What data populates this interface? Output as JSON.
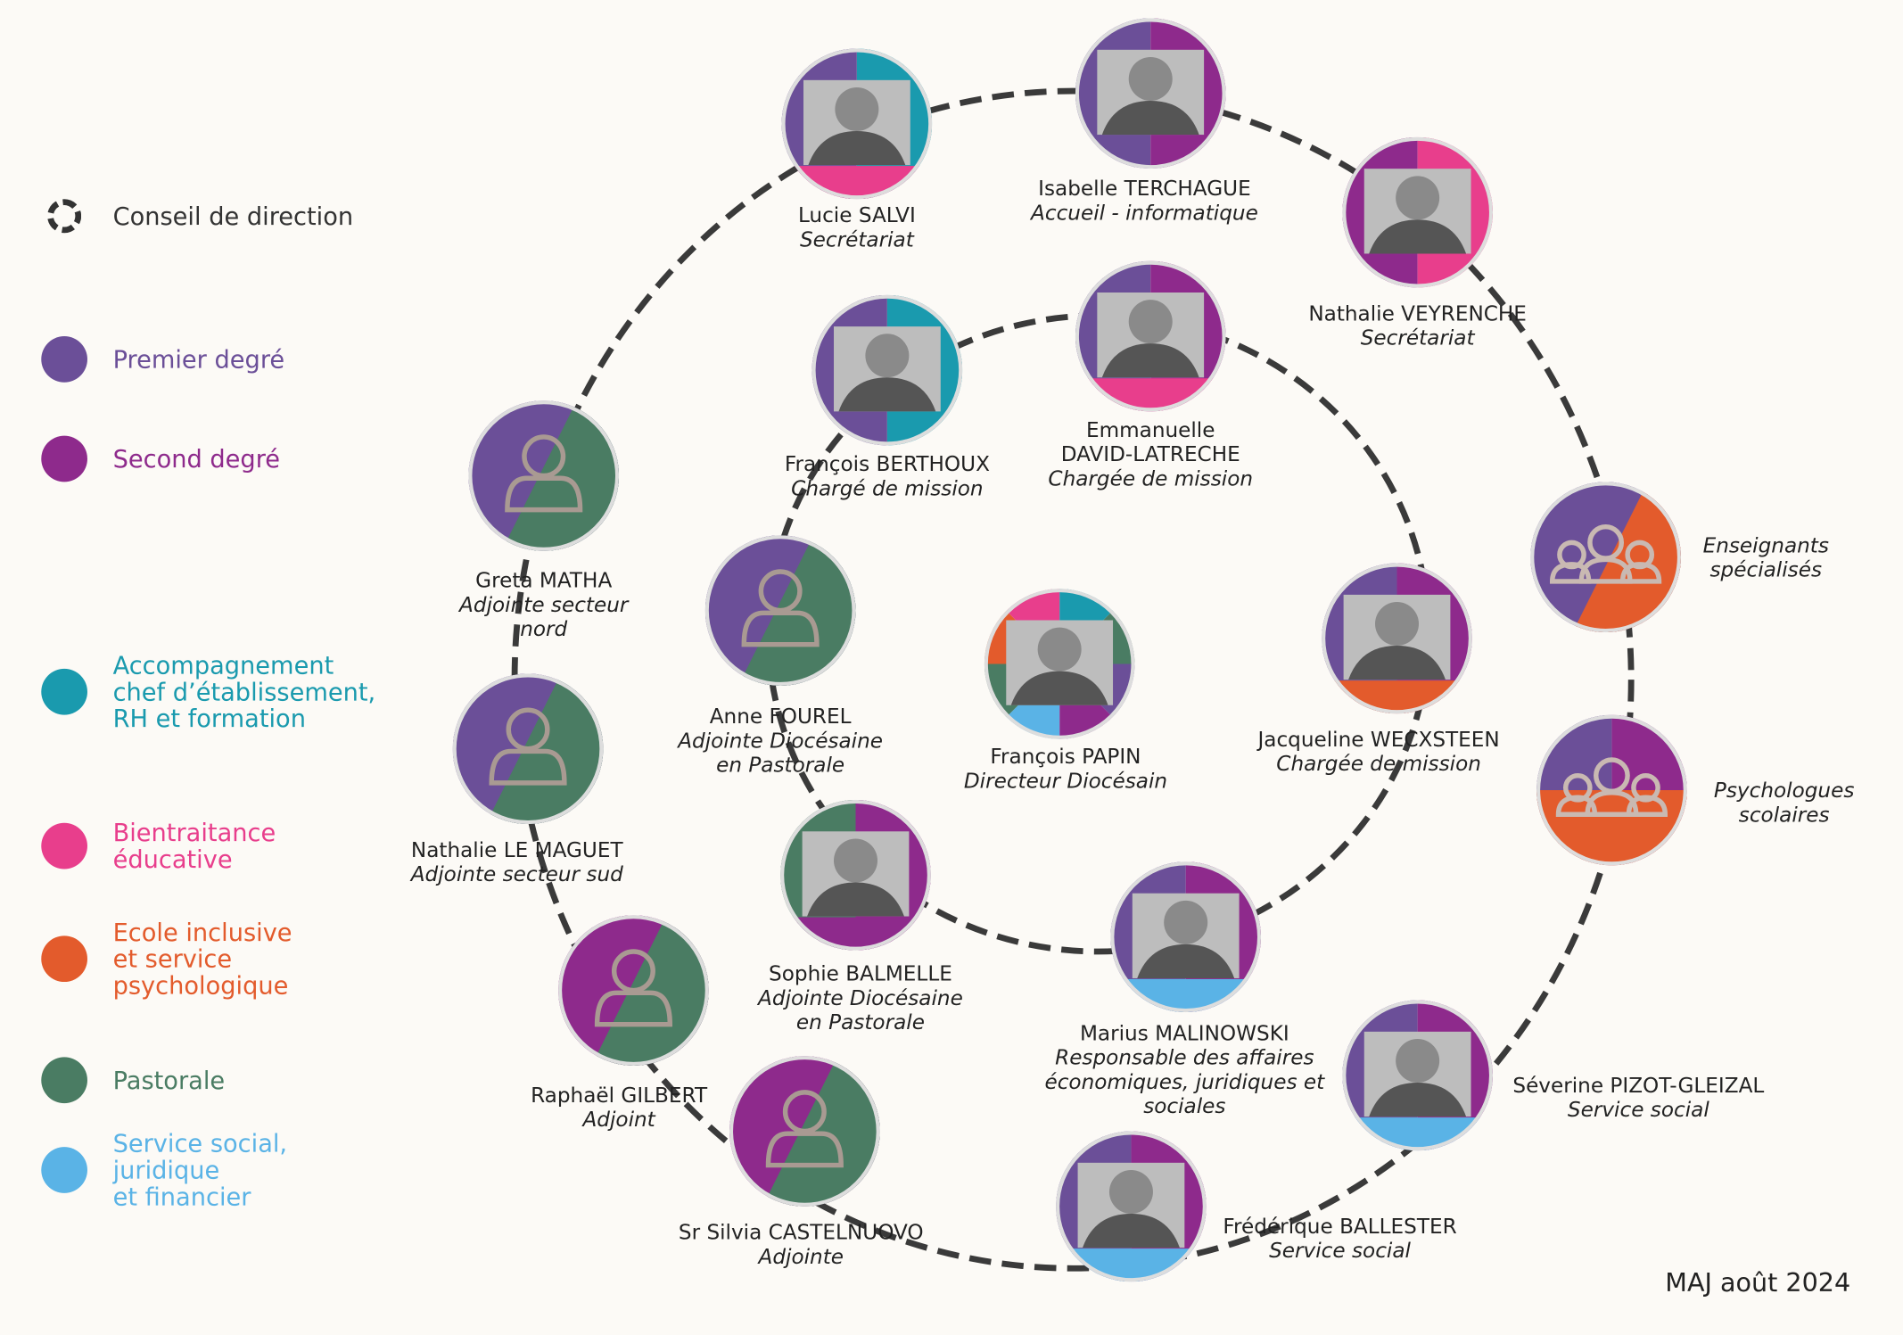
{
  "legend": [
    {
      "id": "conseil",
      "label": "Conseil de direction",
      "color": "#555555",
      "kind": "ring"
    },
    {
      "id": "premier",
      "label": "Premier degré",
      "color": "#6b4f98",
      "kind": "dot"
    },
    {
      "id": "second",
      "label": "Second degré",
      "color": "#8e2a8c",
      "kind": "dot"
    },
    {
      "id": "accompagnement",
      "label": "Accompagnement\nchef d’établissement,\nRH et formation",
      "color": "#1a9aae",
      "kind": "dot"
    },
    {
      "id": "bientraitance",
      "label": "Bientraitance\néducative",
      "color": "#e83e8c",
      "kind": "dot"
    },
    {
      "id": "ecole",
      "label": "Ecole inclusive\net service\npsychologique",
      "color": "#e35b2c",
      "kind": "dot"
    },
    {
      "id": "pastorale",
      "label": "Pastorale",
      "color": "#4a7c63",
      "kind": "dot"
    },
    {
      "id": "social",
      "label": "Service social,\njuridique\net financier",
      "color": "#5ab3e6",
      "kind": "dot"
    }
  ],
  "colors": {
    "premier": "#6b4f98",
    "second": "#8e2a8c",
    "accompagnement": "#1a9aae",
    "bientraitance": "#e83e8c",
    "ecole": "#e35b2c",
    "pastorale": "#4a7c63",
    "social": "#5ab3e6"
  },
  "people": [
    {
      "id": "lucie-salvi",
      "name": "Lucie SALVI",
      "role": "Secrétariat",
      "icon": "photo-icon"
    },
    {
      "id": "isabelle-terchague",
      "name": "Isabelle TERCHAGUE",
      "role": "Accueil - informatique",
      "icon": "photo-icon"
    },
    {
      "id": "nathalie-veyrenche",
      "name": "Nathalie VEYRENCHE",
      "role": "Secrétariat",
      "icon": "photo-icon"
    },
    {
      "id": "francois-berthoux",
      "name": "François BERTHOUX",
      "role": "Chargé de mission",
      "icon": "photo-icon"
    },
    {
      "id": "emmanuelle-david-latreche",
      "name": "Emmanuelle\nDAVID-LATRECHE",
      "role": "Chargée de mission",
      "icon": "photo-icon"
    },
    {
      "id": "greta-matha",
      "name": "Greta MATHA",
      "role": "Adjointe secteur\nnord",
      "icon": "person-icon"
    },
    {
      "id": "anne-fourel",
      "name": "Anne FOUREL",
      "role": "Adjointe Diocésaine\nen Pastorale",
      "icon": "person-icon"
    },
    {
      "id": "francois-papin",
      "name": "François PAPIN",
      "role": "Directeur Diocésain",
      "icon": "photo-icon"
    },
    {
      "id": "jacqueline-wecxsteen",
      "name": "Jacqueline WECXSTEEN",
      "role": "Chargée de mission",
      "icon": "photo-icon"
    },
    {
      "id": "nathalie-le-maguet",
      "name": "Nathalie LE MAGUET",
      "role": "Adjointe secteur sud",
      "icon": "person-icon"
    },
    {
      "id": "sophie-balmelle",
      "name": "Sophie BALMELLE",
      "role": "Adjointe Diocésaine\nen Pastorale",
      "icon": "photo-icon"
    },
    {
      "id": "marius-malinowski",
      "name": "Marius MALINOWSKI",
      "role": "Responsable des affaires\néconomiques, juridiques et\nsociales",
      "icon": "photo-icon"
    },
    {
      "id": "raphael-gilbert",
      "name": "Raphaël GILBERT",
      "role": "Adjoint",
      "icon": "person-icon"
    },
    {
      "id": "severine-pizot-gleizal",
      "name": "Séverine PIZOT-GLEIZAL",
      "role": "Service social",
      "icon": "photo-icon"
    },
    {
      "id": "silvia-castelnuovo",
      "name": "Sr Silvia CASTELNUOVO",
      "role": "Adjointe",
      "icon": "person-icon"
    },
    {
      "id": "frederique-ballester",
      "name": "Frédérique BALLESTER",
      "role": "Service social",
      "icon": "photo-icon"
    }
  ],
  "groups": [
    {
      "id": "enseignants-specialises",
      "label": "Enseignants\nspécialisés",
      "icon": "group-icon"
    },
    {
      "id": "psychologues-scolaires",
      "label": "Psychologues\nscolaires",
      "icon": "group-icon"
    }
  ],
  "footer": "MAJ août 2024"
}
